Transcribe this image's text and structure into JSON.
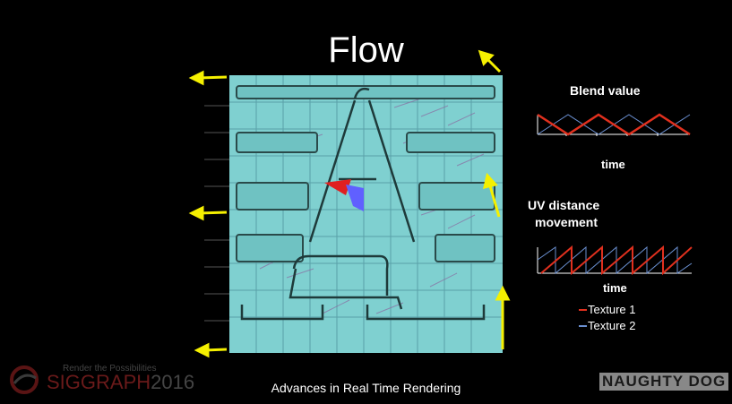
{
  "slide": {
    "title": "Flow",
    "footer": "Advances in Real Time Rendering"
  },
  "charts": {
    "blend": {
      "title": "Blend value",
      "xlabel": "time"
    },
    "uv": {
      "title_line1": "UV distance",
      "title_line2": "movement",
      "xlabel": "time"
    }
  },
  "legend": {
    "items": [
      {
        "label": "Texture 1",
        "color": "#e0301e"
      },
      {
        "label": "Texture 2",
        "color": "#6a8fd0"
      }
    ]
  },
  "logos": {
    "siggraph_tagline": "Render the Possibilities",
    "siggraph_name": "SIGGRAPH",
    "siggraph_year": "2016",
    "naughty_dog": "NAUGHTY DOG"
  },
  "colors": {
    "texture_bg": "#7fd0d0",
    "arrow": "#f5f000",
    "texture1": "#e0301e",
    "texture2": "#6a8fd0"
  }
}
